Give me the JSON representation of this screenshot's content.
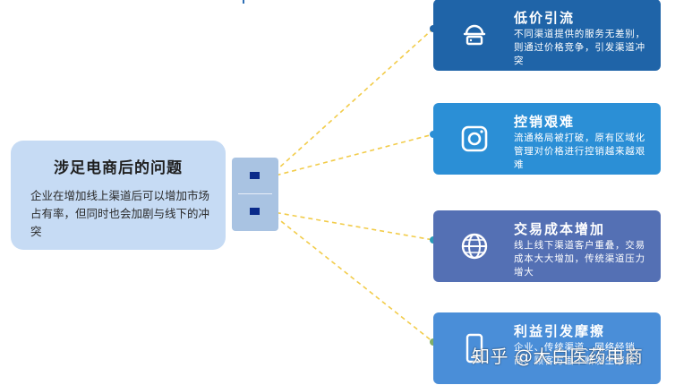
{
  "main_box": {
    "title": "涉足电商后的问题",
    "description": "企业在增加线上渠道后可以增加市场占有率，但同时也会加剧与线下的冲突"
  },
  "cards": [
    {
      "title": "低价引流",
      "description": "不同渠道提供的服务无差别，则通过价格竞争，引发渠道冲突",
      "color": "#1f64a8",
      "dot_color": "#1f64a8",
      "icon": "cloud-server-icon"
    },
    {
      "title": "控销艰难",
      "description": "流通格局被打破，原有区域化管理对价格进行控销越来越艰难",
      "color": "#2b8fd6",
      "dot_color": "#2b8fd6",
      "icon": "camera-icon"
    },
    {
      "title": "交易成本增加",
      "description": "线上线下渠道客户重叠，交易成本大大增加，传统渠道压力增大",
      "color": "#5470b4",
      "dot_color": "#2a9bb8",
      "icon": "globe-icon"
    },
    {
      "title": "利益引发摩擦",
      "description": "企业、传统渠道、网络经销商、顾客方面不断发生摩擦",
      "color": "#4a8ed8",
      "dot_color": "#7fae6a",
      "icon": "phone-icon"
    }
  ],
  "watermark": "知乎 @大白医药电商",
  "colors": {
    "connector": "#f2cc4a",
    "main_box": "#c6dbf4",
    "hub": "#a9c3e2"
  }
}
